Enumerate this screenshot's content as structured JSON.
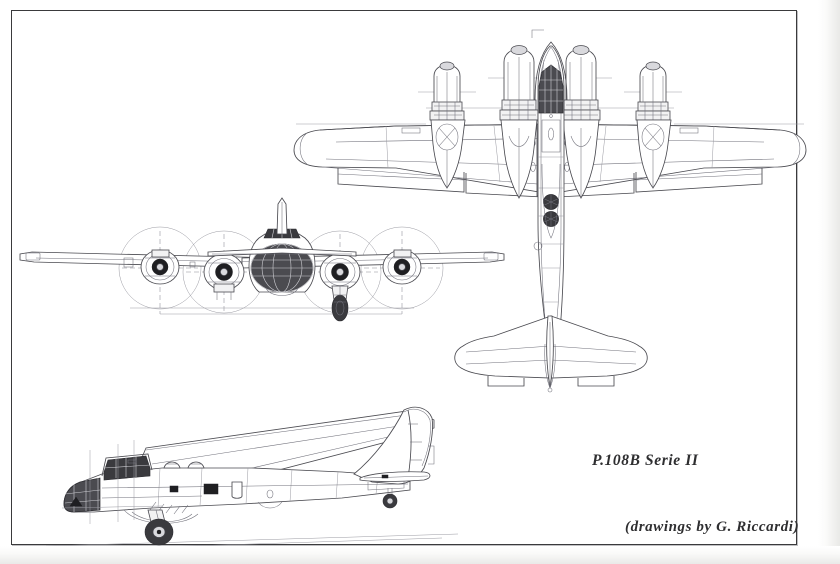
{
  "plate": {
    "background_color": "#ffffff",
    "frame_color": "#3a3a3c",
    "line_color": "#4a4a50"
  },
  "captions": {
    "title": "P.108B Serie II",
    "credit": "(drawings by G. Riccardi)"
  },
  "diagram": {
    "subject": "Piaggio P.108B Serie II heavy bomber",
    "kind": "three-view general arrangement drawing",
    "views": [
      {
        "id": "plan-view",
        "name": "Top plan view",
        "position": "upper right",
        "features": [
          "four engine nacelles",
          "glazed cockpit canopy",
          "dorsal turrets",
          "rounded wingtips",
          "tailplane with elevators"
        ]
      },
      {
        "id": "front-view",
        "name": "Front elevation",
        "position": "middle left",
        "features": [
          "four propeller discs",
          "glazed nose",
          "main landing gear extended",
          "vertical fin",
          "dihedral wings"
        ]
      },
      {
        "id": "side-view",
        "name": "Side elevation / profile",
        "position": "lower left",
        "features": [
          "glazed bombardier nose",
          "stepped cockpit canopy",
          "dorsal turret",
          "ventral gondola",
          "tall rounded tail fin",
          "main wheel and tail wheel"
        ]
      }
    ]
  }
}
